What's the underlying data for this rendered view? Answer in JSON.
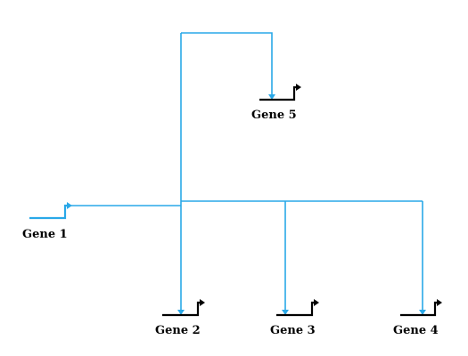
{
  "genes": [
    {
      "id": "gene1",
      "label": "Gene 1"
    },
    {
      "id": "gene2",
      "label": "Gene 2"
    },
    {
      "id": "gene3",
      "label": "Gene 3"
    },
    {
      "id": "gene4",
      "label": "Gene 4"
    },
    {
      "id": "gene5",
      "label": "Gene 5"
    }
  ],
  "edges": [
    {
      "from": "gene1",
      "to": "gene2"
    },
    {
      "from": "gene1",
      "to": "gene3"
    },
    {
      "from": "gene1",
      "to": "gene4"
    },
    {
      "from": "gene1",
      "to": "gene5"
    }
  ],
  "colors": {
    "regulation": "#29a8e8",
    "gene_line": "#000000",
    "source_gene_line": "#29a8e8",
    "label": "#000000"
  }
}
